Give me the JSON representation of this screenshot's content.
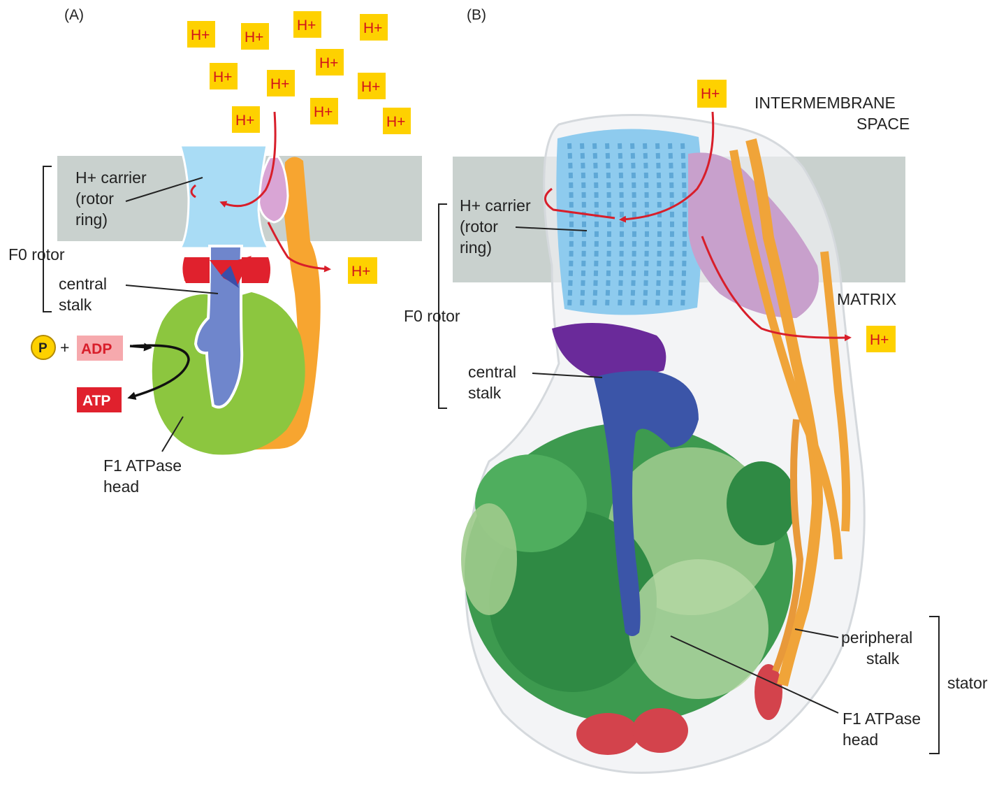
{
  "panel_a": {
    "tag": "(A)",
    "protons_label": "H+",
    "carrier_label_line1": "H+ carrier",
    "carrier_label_line2": "(rotor",
    "carrier_label_line3": "ring)",
    "f0_label": "F0 rotor",
    "stalk_label_line1": "central",
    "stalk_label_line2": "stalk",
    "phosphate_label": "P",
    "plus_label": "+",
    "adp_label": "ADP",
    "atp_label": "ATP",
    "head_label_line1": "F1 ATPase",
    "head_label_line2": "head"
  },
  "panel_b": {
    "tag": "(B)",
    "intermembrane_line1": "INTERMEMBRANE",
    "intermembrane_line2": "SPACE",
    "matrix_label": "MATRIX",
    "carrier_label_line1": "H+ carrier",
    "carrier_label_line2": "(rotor",
    "carrier_label_line3": "ring)",
    "f0_label": "F0 rotor",
    "stalk_label_line1": "central",
    "stalk_label_line2": "stalk",
    "peripheral_line1": "peripheral",
    "peripheral_line2": "stalk",
    "stator_label": "stator",
    "head_label_line1": "F1 ATPase",
    "head_label_line2": "head"
  },
  "colors": {
    "membrane": "#c9d1ce",
    "rotor_ring": "#a9dcf5",
    "stalk_blue": "#6f86cc",
    "head_green": "#8cc63f",
    "peripheral_orange": "#f7a530",
    "pink_subunit": "#d9a5d5",
    "proton_box": "#fed100",
    "proton_text": "#d1131b",
    "atp_red": "#e0212d",
    "adp_pink": "#f6a9ad"
  }
}
